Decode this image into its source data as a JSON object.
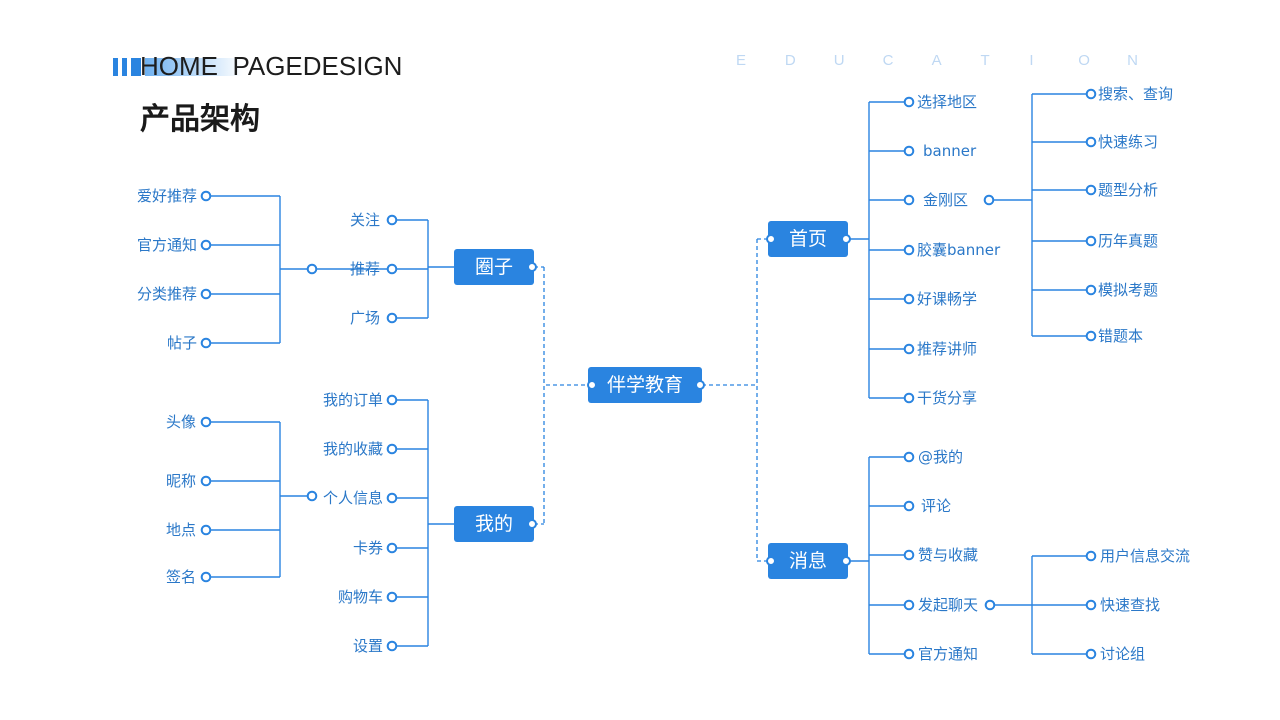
{
  "header": {
    "title_home": "HOME",
    "title_page": "PAGEDESIGN",
    "subtitle": "产品架构",
    "deco_letters": [
      "E",
      "D",
      "U",
      "C",
      "A",
      "T",
      "I",
      "O",
      "N"
    ],
    "accent": "#2a84e0"
  },
  "diagram": {
    "root": "伴学教育",
    "circle": {
      "label": "圈子",
      "children": [
        "关注",
        "推荐",
        "广场"
      ],
      "sub_under": "推荐",
      "sub": [
        "爱好推荐",
        "官方通知",
        "分类推荐",
        "帖子"
      ]
    },
    "mine": {
      "label": "我的",
      "children": [
        "我的订单",
        "我的收藏",
        "个人信息",
        "卡券",
        "购物车",
        "设置"
      ],
      "sub_under": "个人信息",
      "sub": [
        "头像",
        "昵称",
        "地点",
        "签名"
      ]
    },
    "home": {
      "label": "首页",
      "children": [
        "选择地区",
        "banner",
        "金刚区",
        "胶囊banner",
        "好课畅学",
        "推荐讲师",
        "干货分享"
      ],
      "sub_under": "金刚区",
      "sub": [
        "搜索、查询",
        "快速练习",
        "题型分析",
        "历年真题",
        "模拟考题",
        "错题本"
      ]
    },
    "message": {
      "label": "消息",
      "children": [
        "@我的",
        "评论",
        "赞与收藏",
        "发起聊天",
        "官方通知"
      ],
      "sub_under": "发起聊天",
      "sub": [
        "用户信息交流",
        "快速查找",
        "讨论组"
      ]
    }
  }
}
